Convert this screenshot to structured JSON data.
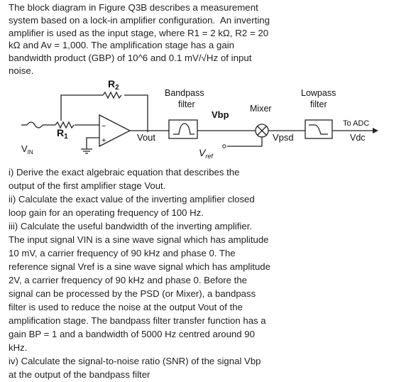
{
  "intro_lines": [
    "The block diagram in Figure Q3B describes a measurement",
    "system based on a lock-in amplifier configuration.  An inverting",
    "amplifier is used as the input stage, where R1 = 2 kΩ, R2 = 20",
    "kΩ and Av = 1,000. The amplification stage has a gain",
    "bandwidth product (GBP) of 10^6 and 0.1 mV/√Hz of input",
    "noise."
  ],
  "diagram": {
    "r2": "R",
    "r2_sub": "2",
    "r1": "R",
    "r1_sub": "1",
    "vin": "V",
    "vin_sub": "IN",
    "minus": "−",
    "plus": "+",
    "vout": "Vout",
    "bandpass_line1": "Bandpass",
    "bandpass_line2": "filter",
    "vbp": "Vbp",
    "mixer": "Mixer",
    "vpsd": "Vpsd",
    "vref": "V",
    "vref_sub": "ref",
    "lowpass_line1": "Lowpass",
    "lowpass_line2": "filter",
    "to_adc": "To ADC",
    "vdc": "Vdc"
  },
  "question_lines": [
    "i) Derive the exact algebraic equation that describes the",
    "output of the first amplifier stage Vout.",
    "ii) Calculate the exact value of the inverting amplifier closed",
    "loop gain for an operating frequency of 100 Hz.",
    "iii) Calculate the useful bandwidth of the inverting amplifier.",
    "The input signal VIN is a sine wave signal which has amplitude",
    "10 mV, a carrier frequency of 90 kHz and phase 0. The",
    "reference signal Vref is a sine wave signal which has amplitude",
    "2V, a carrier frequency of 90 kHz and phase 0. Before the",
    "signal can be processed by the PSD (or Mixer), a bandpass",
    "filter is used to reduce the noise at the output Vout of the",
    "amplification stage. The bandpass filter transfer function has a",
    "gain BP = 1 and a bandwidth of 5000 Hz centred around 90",
    "kHz.",
    "iv) Calculate the signal-to-noise ratio (SNR) of the signal Vbp",
    "at the output of the bandpass filter"
  ]
}
